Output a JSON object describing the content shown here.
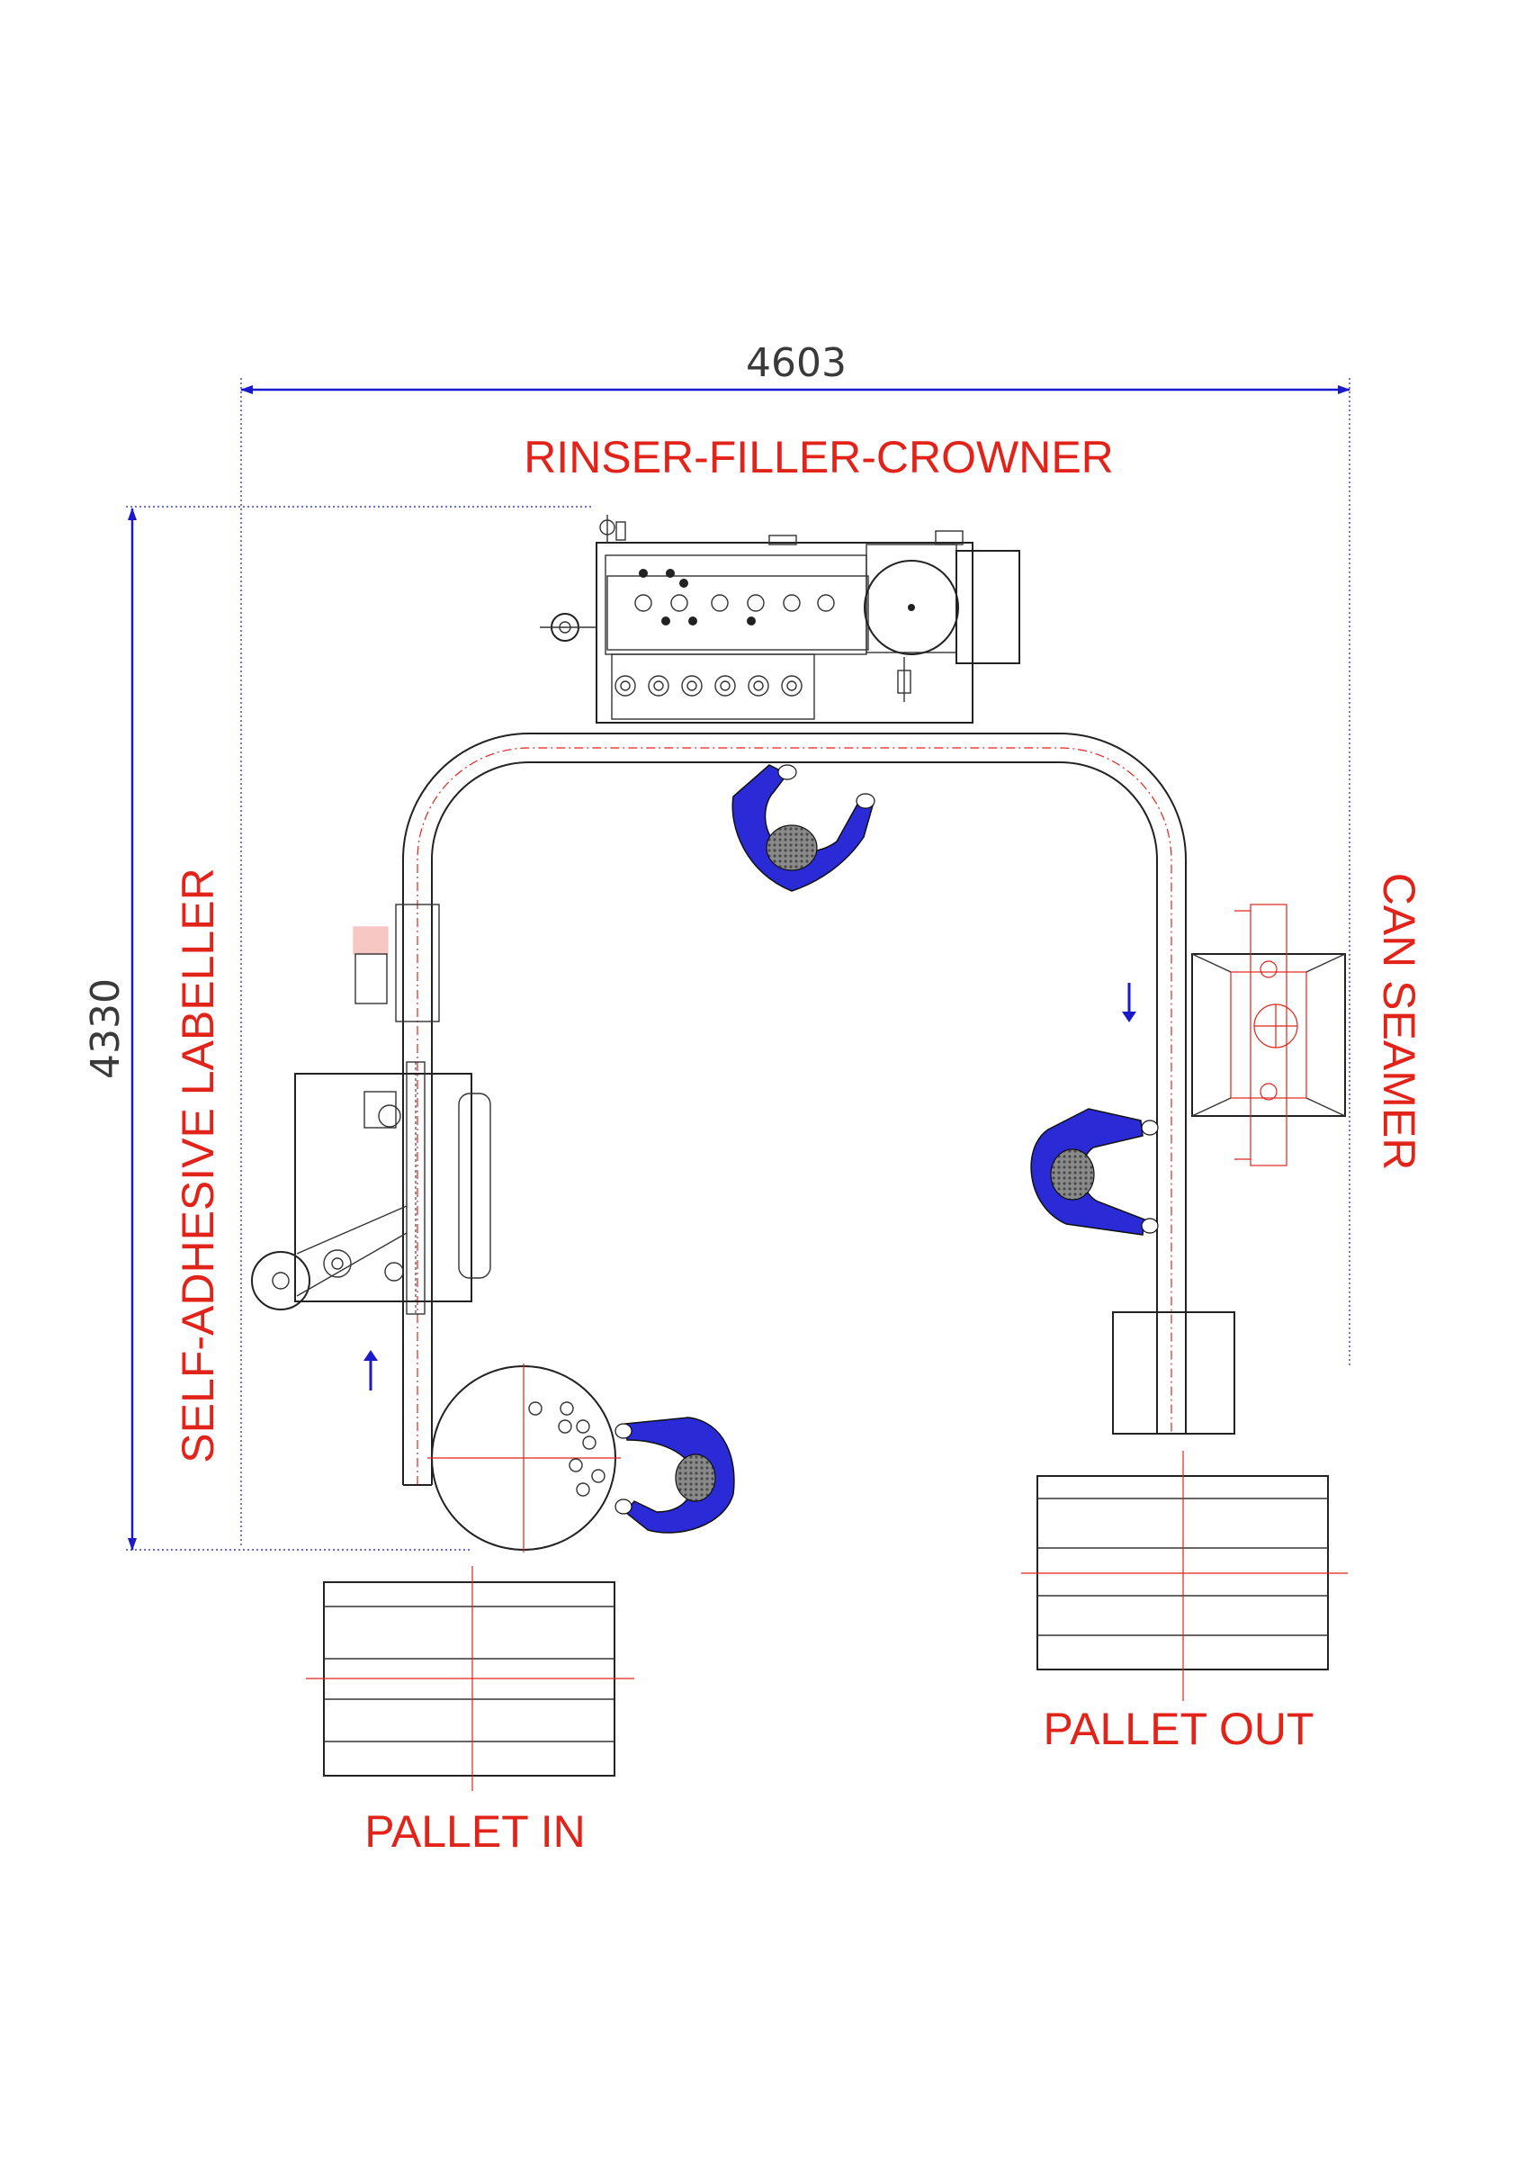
{
  "dimensions": {
    "width": "4603",
    "height": "4330"
  },
  "labels": {
    "rinser_filler_crowner": "RINSER-FILLER-CROWNER",
    "self_adhesive_labeller": "SELF-ADHESIVE LABELLER",
    "can_seamer": "CAN SEAMER",
    "pallet_in": "PALLET IN",
    "pallet_out": "PALLET OUT"
  },
  "colors": {
    "label": "#e2231a",
    "dimension_arrow": "#1a1acc",
    "operator": "#2a2ad6",
    "line": "#222222"
  }
}
